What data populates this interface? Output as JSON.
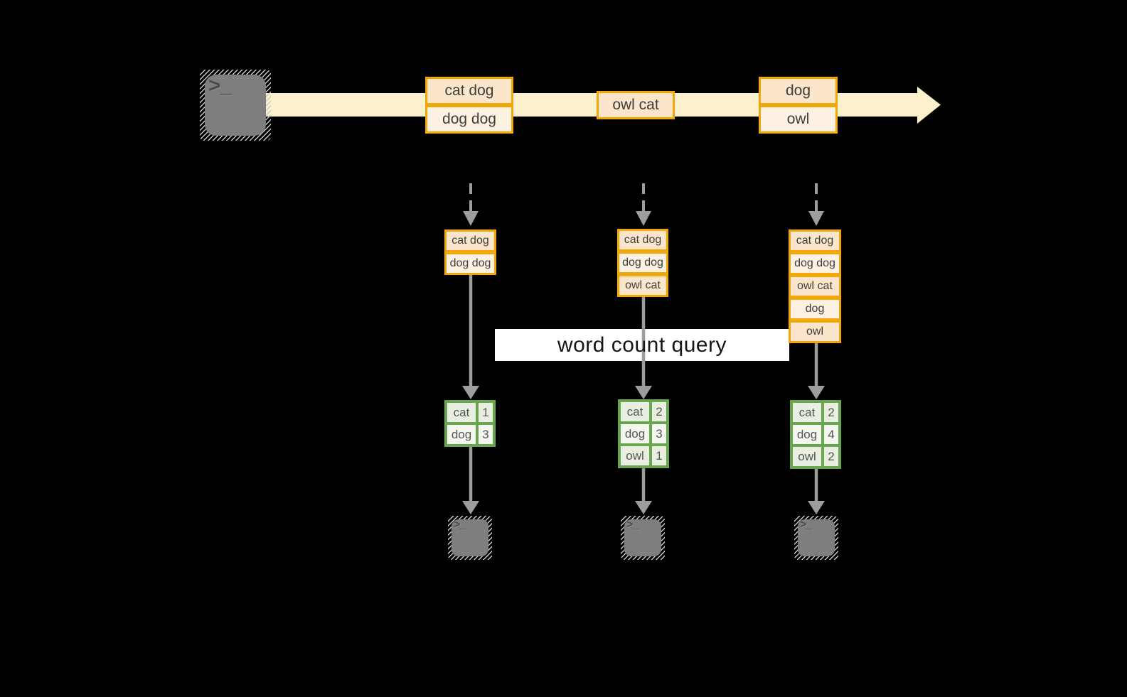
{
  "query": {
    "label": "word count query"
  },
  "icons": {
    "terminal_glyph": ">_"
  },
  "colors": {
    "background": "#000000",
    "stream_band": "#fcf0cd",
    "event_border": "#f0a70a",
    "event_fill_dark": "#fbe5cb",
    "event_fill_light": "#fdf2e2",
    "table_border": "#6aa550",
    "table_fill_a": "#e9efe0",
    "table_fill_b": "#f4f7ef",
    "arrow_gray": "#9d9d9d",
    "terminal_gray": "#7e7e7e"
  },
  "timeline": {
    "events": [
      {
        "rows": [
          {
            "text": "cat dog"
          },
          {
            "text": "dog dog"
          }
        ]
      },
      {
        "rows": [
          {
            "text": "owl cat"
          }
        ]
      },
      {
        "rows": [
          {
            "text": "dog"
          },
          {
            "text": "owl"
          }
        ]
      }
    ]
  },
  "columns": [
    {
      "buffer": [
        {
          "text": "cat dog"
        },
        {
          "text": "dog dog"
        }
      ],
      "counts": [
        {
          "word": "cat",
          "count": "1"
        },
        {
          "word": "dog",
          "count": "3"
        }
      ]
    },
    {
      "buffer": [
        {
          "text": "cat dog"
        },
        {
          "text": "dog dog"
        },
        {
          "text": "owl cat"
        }
      ],
      "counts": [
        {
          "word": "cat",
          "count": "2"
        },
        {
          "word": "dog",
          "count": "3"
        },
        {
          "word": "owl",
          "count": "1"
        }
      ]
    },
    {
      "buffer": [
        {
          "text": "cat dog"
        },
        {
          "text": "dog dog"
        },
        {
          "text": "owl cat"
        },
        {
          "text": "dog"
        },
        {
          "text": "owl"
        }
      ],
      "counts": [
        {
          "word": "cat",
          "count": "2"
        },
        {
          "word": "dog",
          "count": "4"
        },
        {
          "word": "owl",
          "count": "2"
        }
      ]
    }
  ]
}
